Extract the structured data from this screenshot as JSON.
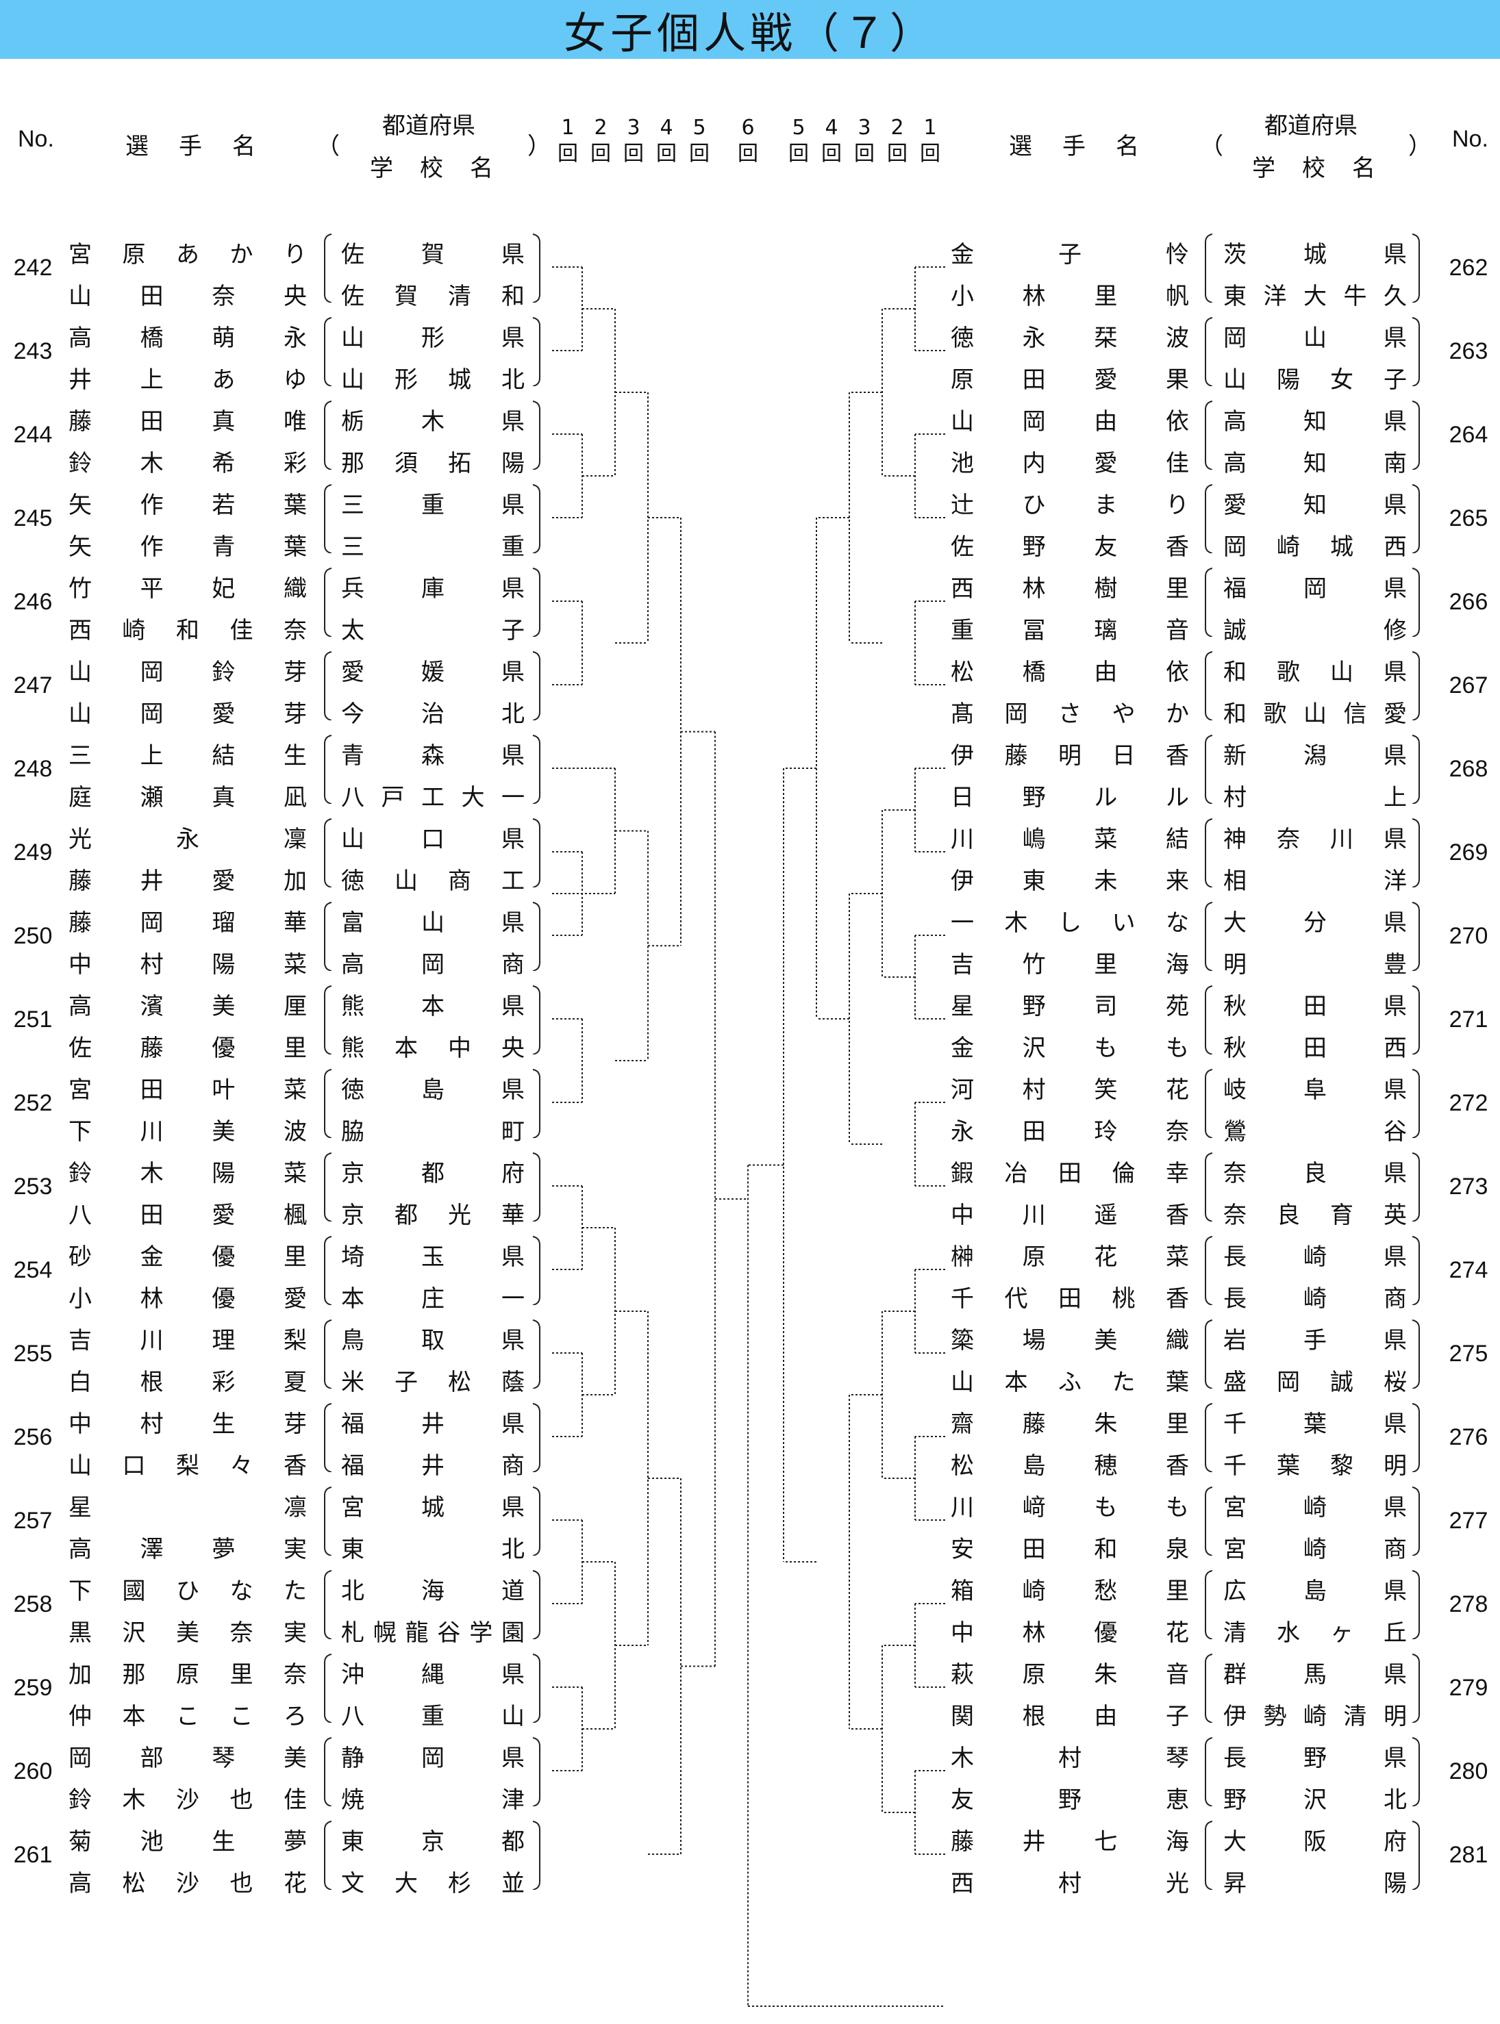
{
  "title": "女子個人戦（７）",
  "header": {
    "no": "No.",
    "player": "選手名",
    "open_paren": "（",
    "close_paren": "）",
    "prefecture": "都道府県",
    "school": "学校名",
    "rounds_left": [
      "1",
      "2",
      "3",
      "4",
      "5"
    ],
    "round_center": "6",
    "rounds_right": [
      "5",
      "4",
      "3",
      "2",
      "1"
    ],
    "round_suffix": "回"
  },
  "left": [
    {
      "no": "242",
      "p1": "宮原あかり",
      "s1": "佐賀県",
      "p2": "山田奈央",
      "s2": "佐賀清和"
    },
    {
      "no": "243",
      "p1": "高橋萌永",
      "s1": "山形県",
      "p2": "井上あゆ",
      "s2": "山形城北"
    },
    {
      "no": "244",
      "p1": "藤田真唯",
      "s1": "栃木県",
      "p2": "鈴木希彩",
      "s2": "那須拓陽"
    },
    {
      "no": "245",
      "p1": "矢作若葉",
      "s1": "三重県",
      "p2": "矢作青葉",
      "s2": "三重"
    },
    {
      "no": "246",
      "p1": "竹平妃織",
      "s1": "兵庫県",
      "p2": "西崎和佳奈",
      "s2": "太子"
    },
    {
      "no": "247",
      "p1": "山岡鈴芽",
      "s1": "愛媛県",
      "p2": "山岡愛芽",
      "s2": "今治北"
    },
    {
      "no": "248",
      "p1": "三上結生",
      "s1": "青森県",
      "p2": "庭瀬真凪",
      "s2": "八戸工大一"
    },
    {
      "no": "249",
      "p1": "光永凜",
      "s1": "山口県",
      "p2": "藤井愛加",
      "s2": "徳山商工"
    },
    {
      "no": "250",
      "p1": "藤岡瑠華",
      "s1": "富山県",
      "p2": "中村陽菜",
      "s2": "高岡商"
    },
    {
      "no": "251",
      "p1": "高濱美厘",
      "s1": "熊本県",
      "p2": "佐藤優里",
      "s2": "熊本中央"
    },
    {
      "no": "252",
      "p1": "宮田叶菜",
      "s1": "徳島県",
      "p2": "下川美波",
      "s2": "脇町"
    },
    {
      "no": "253",
      "p1": "鈴木陽菜",
      "s1": "京都府",
      "p2": "八田愛楓",
      "s2": "京都光華"
    },
    {
      "no": "254",
      "p1": "砂金優里",
      "s1": "埼玉県",
      "p2": "小林優愛",
      "s2": "本庄一"
    },
    {
      "no": "255",
      "p1": "吉川理梨",
      "s1": "鳥取県",
      "p2": "白根彩夏",
      "s2": "米子松蔭"
    },
    {
      "no": "256",
      "p1": "中村生芽",
      "s1": "福井県",
      "p2": "山口梨々香",
      "s2": "福井商"
    },
    {
      "no": "257",
      "p1": "星凛",
      "s1": "宮城県",
      "p2": "高澤夢実",
      "s2": "東北"
    },
    {
      "no": "258",
      "p1": "下國ひなた",
      "s1": "北海道",
      "p2": "黒沢美奈実",
      "s2": "札幌龍谷学園"
    },
    {
      "no": "259",
      "p1": "加那原里奈",
      "s1": "沖縄県",
      "p2": "仲本こころ",
      "s2": "八重山"
    },
    {
      "no": "260",
      "p1": "岡部琴美",
      "s1": "静岡県",
      "p2": "鈴木沙也佳",
      "s2": "焼津"
    },
    {
      "no": "261",
      "p1": "菊池生夢",
      "s1": "東京都",
      "p2": "高松沙也花",
      "s2": "文大杉並"
    }
  ],
  "right": [
    {
      "no": "262",
      "p1": "金子怜",
      "s1": "茨城県",
      "p2": "小林里帆",
      "s2": "東洋大牛久"
    },
    {
      "no": "263",
      "p1": "徳永栞波",
      "s1": "岡山県",
      "p2": "原田愛果",
      "s2": "山陽女子"
    },
    {
      "no": "264",
      "p1": "山岡由依",
      "s1": "高知県",
      "p2": "池内愛佳",
      "s2": "高知南"
    },
    {
      "no": "265",
      "p1": "辻ひまり",
      "s1": "愛知県",
      "p2": "佐野友香",
      "s2": "岡崎城西"
    },
    {
      "no": "266",
      "p1": "西林樹里",
      "s1": "福岡県",
      "p2": "重冨璃音",
      "s2": "誠修"
    },
    {
      "no": "267",
      "p1": "松橋由依",
      "s1": "和歌山県",
      "p2": "髙岡さやか",
      "s2": "和歌山信愛"
    },
    {
      "no": "268",
      "p1": "伊藤明日香",
      "s1": "新潟県",
      "p2": "日野ルル",
      "s2": "村上"
    },
    {
      "no": "269",
      "p1": "川嶋菜結",
      "s1": "神奈川県",
      "p2": "伊東未来",
      "s2": "相洋"
    },
    {
      "no": "270",
      "p1": "一木しいな",
      "s1": "大分県",
      "p2": "吉竹里海",
      "s2": "明豊"
    },
    {
      "no": "271",
      "p1": "星野司苑",
      "s1": "秋田県",
      "p2": "金沢もも",
      "s2": "秋田西"
    },
    {
      "no": "272",
      "p1": "河村笑花",
      "s1": "岐阜県",
      "p2": "永田玲奈",
      "s2": "鶯谷"
    },
    {
      "no": "273",
      "p1": "鍜冶田倫幸",
      "s1": "奈良県",
      "p2": "中川遥香",
      "s2": "奈良育英"
    },
    {
      "no": "274",
      "p1": "榊原花菜",
      "s1": "長崎県",
      "p2": "千代田桃香",
      "s2": "長崎商"
    },
    {
      "no": "275",
      "p1": "簗場美織",
      "s1": "岩手県",
      "p2": "山本ふた葉",
      "s2": "盛岡誠桜"
    },
    {
      "no": "276",
      "p1": "齋藤朱里",
      "s1": "千葉県",
      "p2": "松島穂香",
      "s2": "千葉黎明"
    },
    {
      "no": "277",
      "p1": "川﨑もも",
      "s1": "宮崎県",
      "p2": "安田和泉",
      "s2": "宮崎商"
    },
    {
      "no": "278",
      "p1": "箱崎愁里",
      "s1": "広島県",
      "p2": "中林優花",
      "s2": "清水ヶ丘"
    },
    {
      "no": "279",
      "p1": "萩原朱音",
      "s1": "群馬県",
      "p2": "関根由子",
      "s2": "伊勢崎清明"
    },
    {
      "no": "280",
      "p1": "木村琴",
      "s1": "長野県",
      "p2": "友野恵",
      "s2": "野沢北"
    },
    {
      "no": "281",
      "p1": "藤井七海",
      "s1": "大阪府",
      "p2": "西村光",
      "s2": "昇陽"
    }
  ],
  "colors": {
    "banner": "#66c8f7",
    "line": "#222222"
  }
}
